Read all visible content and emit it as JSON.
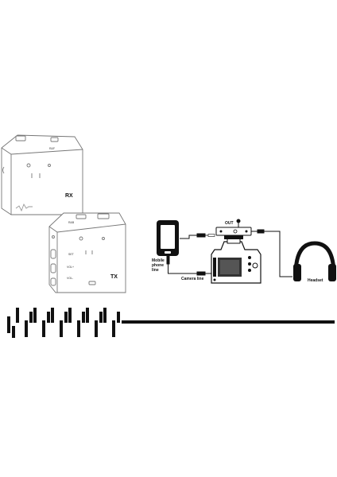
{
  "devices": {
    "rx_label": "RX",
    "tx_label": "TX",
    "rx_port_label": "R&F",
    "tx_top_label": "R&B",
    "tx_set_label": "SET",
    "tx_vol_up_label": "VOL+",
    "tx_vol_down_label": "VOL-"
  },
  "connection": {
    "mobile_label_line1": "Mobile",
    "mobile_label_line2": "phone",
    "mobile_label_line3": "line",
    "camera_line_label": "Camera line",
    "out_label": "OUT",
    "headset_label": "Headset"
  },
  "colors": {
    "ink": "#111111",
    "outline": "#777777",
    "screen": "#444444"
  }
}
